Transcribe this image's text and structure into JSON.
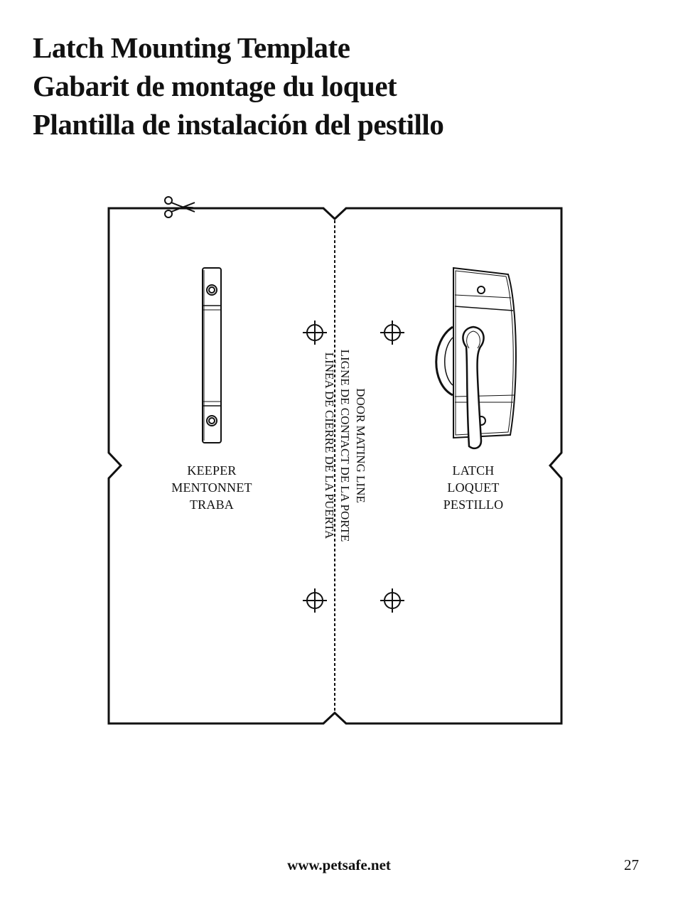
{
  "title": {
    "en": "Latch Mounting Template",
    "fr": "Gabarit de montage du loquet",
    "es": "Plantilla de instalación del pestillo"
  },
  "keeper": {
    "en": "KEEPER",
    "fr": "MENTONNET",
    "es": "TRABA"
  },
  "latch": {
    "en": "LATCH",
    "fr": "LOQUET",
    "es": "PESTILLO"
  },
  "mating_line": {
    "en": "DOOR MATING LINE",
    "fr": "LIGNE DE CONTACT DE LA PORTE",
    "es": "LÍNEA DE CIERRE DE LA PUERTA"
  },
  "icons": [
    "scissors-icon",
    "crosshair-icon",
    "keeper-drawing",
    "latch-drawing"
  ],
  "footer": {
    "url": "www.petsafe.net",
    "page_number": "27"
  }
}
